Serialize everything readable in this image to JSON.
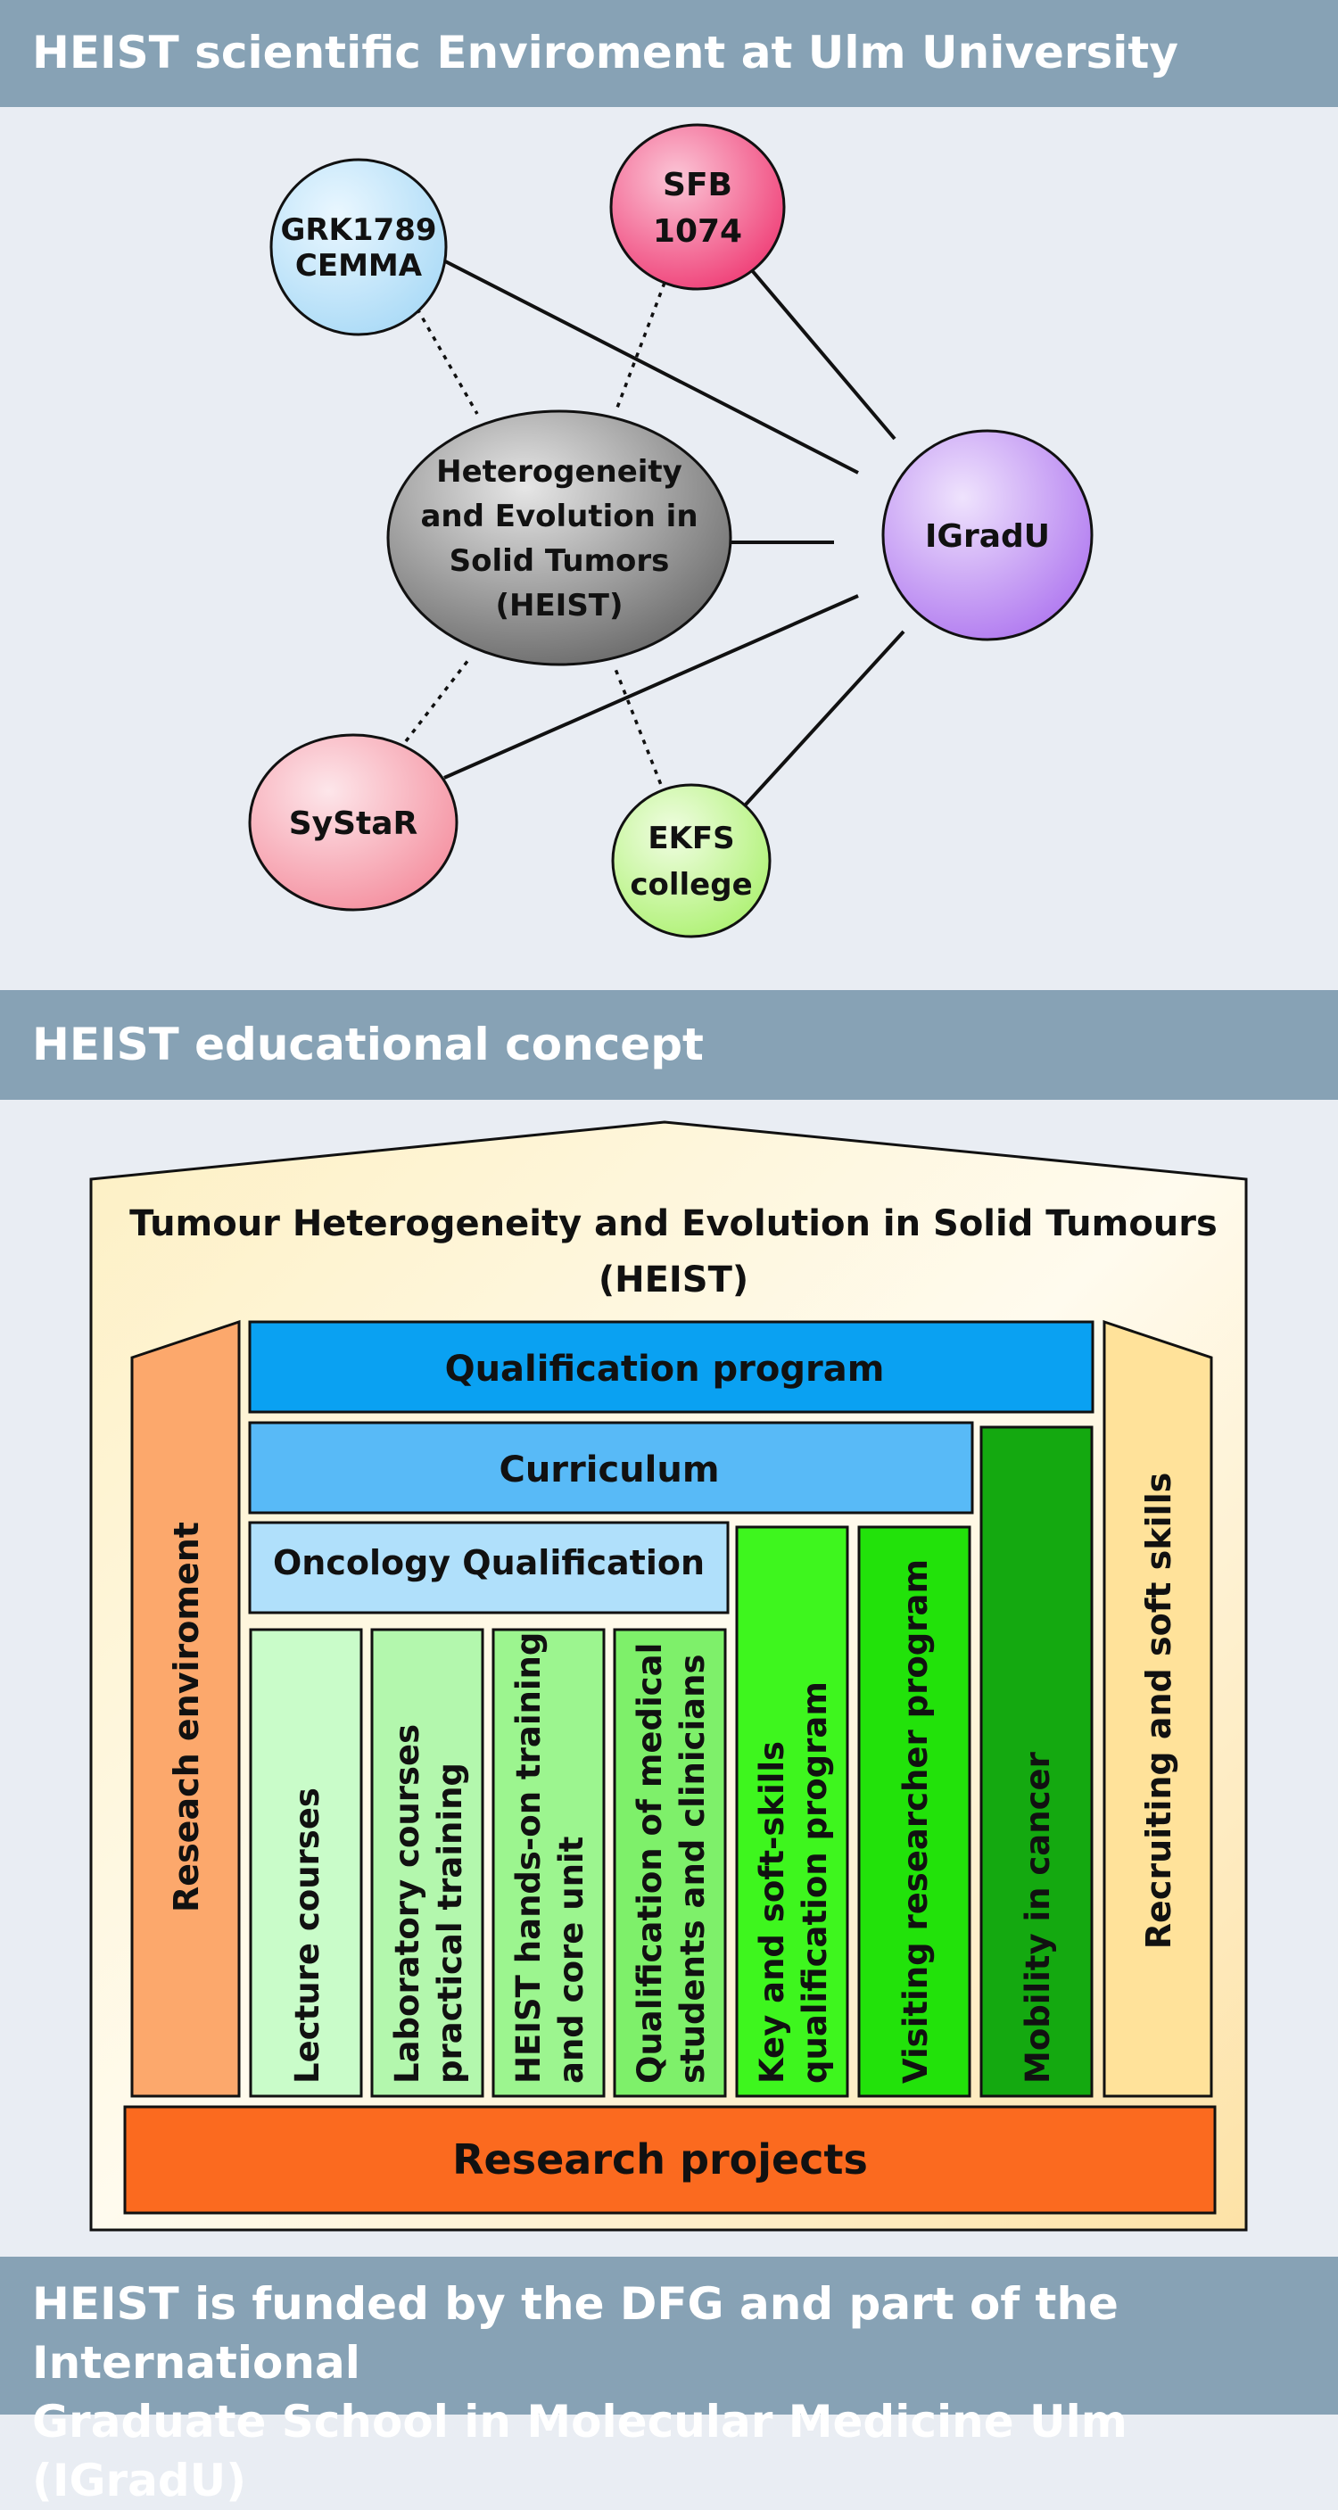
{
  "headers": {
    "environment": "HEIST scientific Enviroment at Ulm University",
    "education": "HEIST educational concept",
    "funding_line1": "HEIST is funded by the DFG and part of the International",
    "funding_line2": "Graduate School in Molecular Medicine Ulm (IGradU)"
  },
  "network": {
    "nodes": [
      {
        "id": "grk",
        "lines": [
          "GRK1789",
          "CEMMA"
        ],
        "color": "#aedcf7"
      },
      {
        "id": "sfb",
        "lines": [
          "SFB",
          "1074"
        ],
        "color": "#f56a95"
      },
      {
        "id": "heist",
        "lines": [
          "Heterogeneity",
          "and Evolution in",
          "Solid Tumors",
          "(HEIST)"
        ],
        "color": "#a8a8a8"
      },
      {
        "id": "igradu",
        "lines": [
          "IGradU"
        ],
        "color": "#c79bf4"
      },
      {
        "id": "systar",
        "lines": [
          "SyStaR"
        ],
        "color": "#f7adb8"
      },
      {
        "id": "ekfs",
        "lines": [
          "EKFS",
          "college"
        ],
        "color": "#c6f79a"
      }
    ],
    "links": [
      {
        "from": "grk",
        "to": "heist",
        "style": "dotted"
      },
      {
        "from": "sfb",
        "to": "heist",
        "style": "dotted"
      },
      {
        "from": "systar",
        "to": "heist",
        "style": "dotted"
      },
      {
        "from": "ekfs",
        "to": "heist",
        "style": "dotted"
      },
      {
        "from": "grk",
        "to": "igradu",
        "style": "solid"
      },
      {
        "from": "sfb",
        "to": "igradu",
        "style": "solid"
      },
      {
        "from": "heist",
        "to": "igradu",
        "style": "solid"
      },
      {
        "from": "systar",
        "to": "igradu",
        "style": "solid"
      },
      {
        "from": "ekfs",
        "to": "igradu",
        "style": "solid"
      }
    ]
  },
  "house": {
    "title_line1": "Tumour Heterogeneity and Evolution in Solid Tumours",
    "title_line2": "(HEIST)",
    "left_pillar": "Reseach enviroment",
    "right_pillar": "Recruiting and soft skills",
    "qualification": "Qualification program",
    "curriculum": "Curriculum",
    "oncology": "Oncology Qualification",
    "columns": [
      {
        "lines": [
          "Lecture courses"
        ],
        "color": "#c9fcc9"
      },
      {
        "lines": [
          "Laboratory courses",
          "practical training"
        ],
        "color": "#b3f7ad"
      },
      {
        "lines": [
          "HEIST hands-on training",
          "and core unit"
        ],
        "color": "#9cf58f"
      },
      {
        "lines": [
          "Qualification of medical",
          "students and clinicians"
        ],
        "color": "#7ef06a"
      },
      {
        "lines": [
          "Key and soft-skills",
          "qualification program"
        ],
        "color": "#3ef61e"
      },
      {
        "lines": [
          "Visiting researcher program"
        ],
        "color": "#22e20a"
      },
      {
        "lines": [
          "Mobility in cancer"
        ],
        "color": "#14a910"
      }
    ],
    "base": "Research projects"
  }
}
